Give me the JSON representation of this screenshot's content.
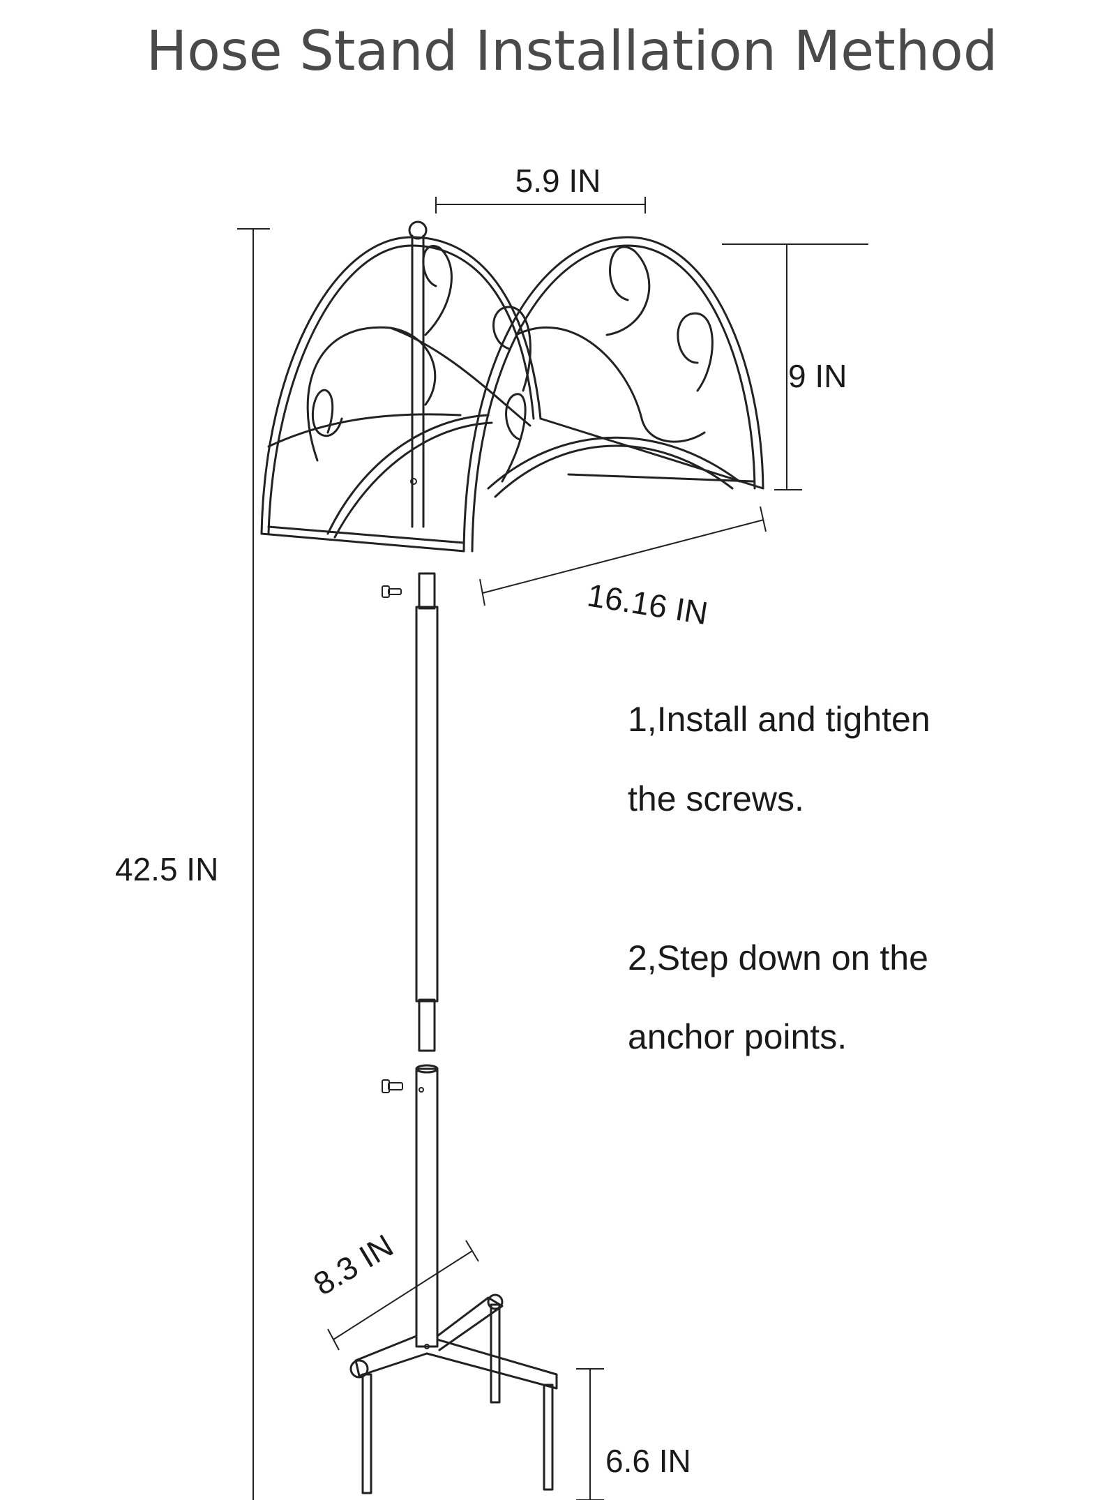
{
  "title": "Hose Stand Installation Method",
  "dimensions": {
    "hanger_width": "5.9 IN",
    "hanger_height": "9 IN",
    "hanger_length": "16.16 IN",
    "total_height": "42.5 IN",
    "base_width": "8.3 IN",
    "leg_length": "6.6 IN"
  },
  "steps": [
    {
      "line1": "1,Install and tighten",
      "line2": "the screws."
    },
    {
      "line1": "2,Step down on the",
      "line2": "anchor points."
    }
  ]
}
